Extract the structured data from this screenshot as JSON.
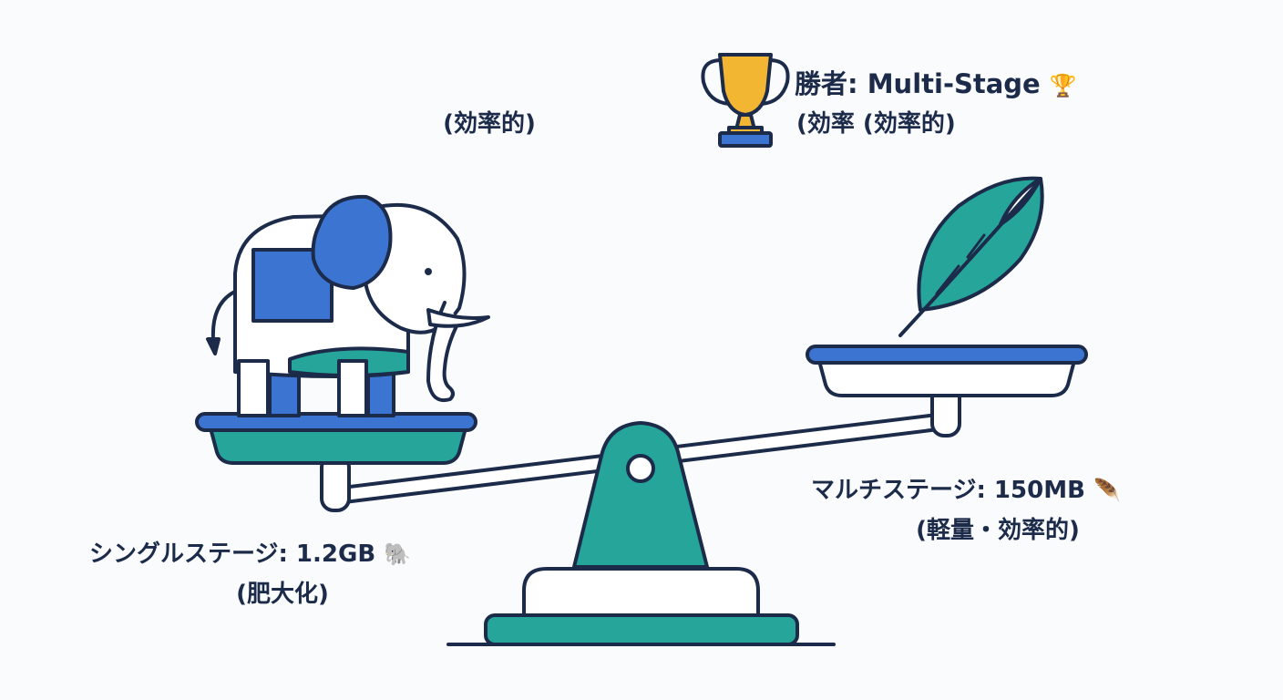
{
  "top_note": "(効率的)",
  "winner": {
    "title": "勝者: Multi-Stage",
    "title_icon": "trophy-icon",
    "subtitle": "(効率 (効率的)"
  },
  "single_stage": {
    "label": "シングルステージ: 1.2GB",
    "icon": "elephant-icon",
    "note": "(肥大化)"
  },
  "multi_stage": {
    "label": "マルチステージ: 150MB",
    "icon": "feather-icon",
    "note": "(軽量・効率的)"
  },
  "colors": {
    "navy": "#1c2b4a",
    "blue": "#3b74d1",
    "teal": "#26a69a",
    "gold": "#f2b632"
  }
}
